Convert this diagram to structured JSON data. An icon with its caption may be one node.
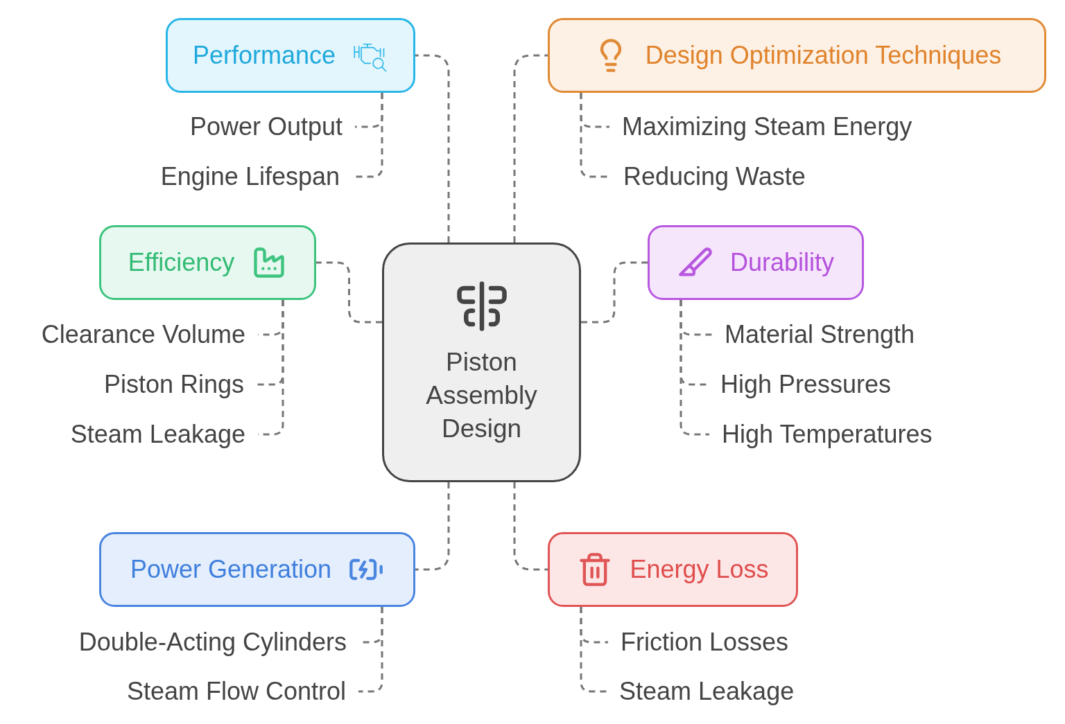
{
  "diagram": {
    "nodes": [
      {
        "text": [
          "Piston Assembly Design"
        ]
      },
      {
        "text": [
          "Performance"
        ]
      },
      {
        "text": [
          "Power Output"
        ]
      },
      {
        "text": [
          "Engine Lifespan"
        ]
      },
      {
        "text": [
          "Design Optimization Techniques"
        ]
      },
      {
        "text": [
          "Maximizing Steam Energy"
        ]
      },
      {
        "text": [
          "Reducing Waste"
        ]
      },
      {
        "text": [
          "Efficiency"
        ]
      },
      {
        "text": [
          "Clearance Volume"
        ]
      },
      {
        "text": [
          "Piston Rings"
        ]
      },
      {
        "text": [
          "Steam Leakage"
        ]
      },
      {
        "text": [
          "Durability"
        ]
      },
      {
        "text": [
          "Material Strength"
        ]
      },
      {
        "text": [
          "High Pressures"
        ]
      },
      {
        "text": [
          "High Temperatures"
        ]
      },
      {
        "text": [
          "Power Generation"
        ]
      },
      {
        "text": [
          "Double-Acting Cylinders"
        ]
      },
      {
        "text": [
          "Steam Flow Control"
        ]
      },
      {
        "text": [
          "Energy Loss"
        ]
      },
      {
        "text": [
          "Friction Losses"
        ]
      },
      {
        "text": [
          "Steam Leakage"
        ]
      }
    ],
    "edges": [
      {
        "from": 0,
        "to": 1,
        "arrow": "none",
        "style": "dashed"
      },
      {
        "from": 0,
        "to": 4,
        "arrow": "none",
        "style": "dashed"
      },
      {
        "from": 0,
        "to": 7,
        "arrow": "none",
        "style": "dashed"
      },
      {
        "from": 0,
        "to": 11,
        "arrow": "none",
        "style": "dashed"
      },
      {
        "from": 0,
        "to": 15,
        "arrow": "none",
        "style": "dashed"
      },
      {
        "from": 0,
        "to": 18,
        "arrow": "none",
        "style": "dashed"
      },
      {
        "from": 1,
        "to": 2,
        "arrow": "none",
        "style": "dashed"
      },
      {
        "from": 1,
        "to": 3,
        "arrow": "none",
        "style": "dashed"
      },
      {
        "from": 4,
        "to": 5,
        "arrow": "none",
        "style": "dashed"
      },
      {
        "from": 4,
        "to": 6,
        "arrow": "none",
        "style": "dashed"
      },
      {
        "from": 7,
        "to": 8,
        "arrow": "none",
        "style": "dashed"
      },
      {
        "from": 7,
        "to": 9,
        "arrow": "none",
        "style": "dashed"
      },
      {
        "from": 7,
        "to": 10,
        "arrow": "none",
        "style": "dashed"
      },
      {
        "from": 11,
        "to": 12,
        "arrow": "none",
        "style": "dashed"
      },
      {
        "from": 11,
        "to": 13,
        "arrow": "none",
        "style": "dashed"
      },
      {
        "from": 11,
        "to": 14,
        "arrow": "none",
        "style": "dashed"
      },
      {
        "from": 15,
        "to": 16,
        "arrow": "none",
        "style": "dashed"
      },
      {
        "from": 15,
        "to": 17,
        "arrow": "none",
        "style": "dashed"
      },
      {
        "from": 18,
        "to": 19,
        "arrow": "none",
        "style": "dashed"
      },
      {
        "from": 18,
        "to": 20,
        "arrow": "none",
        "style": "dashed"
      }
    ]
  }
}
